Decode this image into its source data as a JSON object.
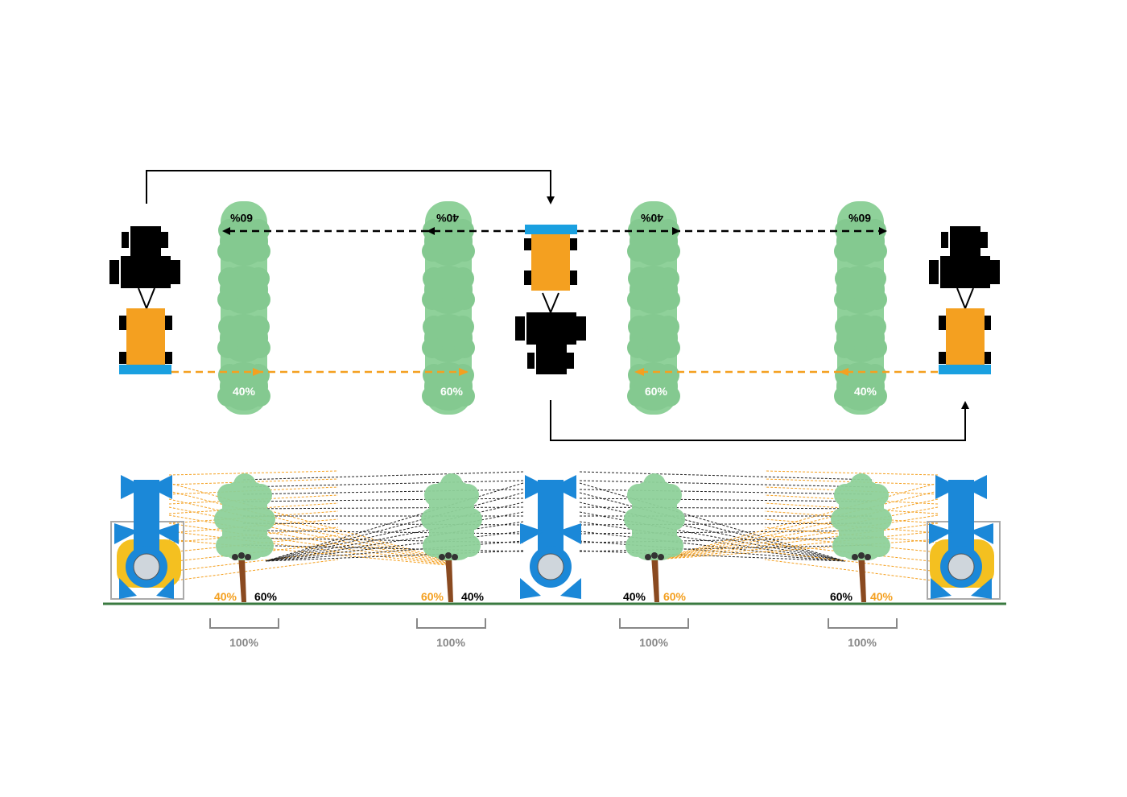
{
  "colors": {
    "tractor": "#000000",
    "tank_orange": "#f4a020",
    "nozzle_blue": "#1aa0e0",
    "sprayer_blue": "#1b88d8",
    "hedge_green": "#8fd19a",
    "hedge_dark": "#6cbf7f",
    "trunk_brown": "#8a4a20",
    "ground_green": "#3a7a40",
    "bracket_grey": "#888888",
    "orange_label": "#f4a020"
  },
  "top_view": {
    "hedge_rows": [
      {
        "top_label": "60%",
        "bottom_label": "40%"
      },
      {
        "top_label": "40%",
        "bottom_label": "60%"
      },
      {
        "top_label": "40%",
        "bottom_label": "60%"
      },
      {
        "top_label": "60%",
        "bottom_label": "40%"
      }
    ]
  },
  "side_view": {
    "trees": [
      {
        "left_label": "40%",
        "right_label": "60%"
      },
      {
        "left_label": "60%",
        "right_label": "40%"
      },
      {
        "left_label": "40%",
        "right_label": "60%"
      },
      {
        "left_label": "60%",
        "right_label": "40%"
      }
    ],
    "coverage_labels": [
      "100%",
      "100%",
      "100%",
      "100%"
    ]
  }
}
